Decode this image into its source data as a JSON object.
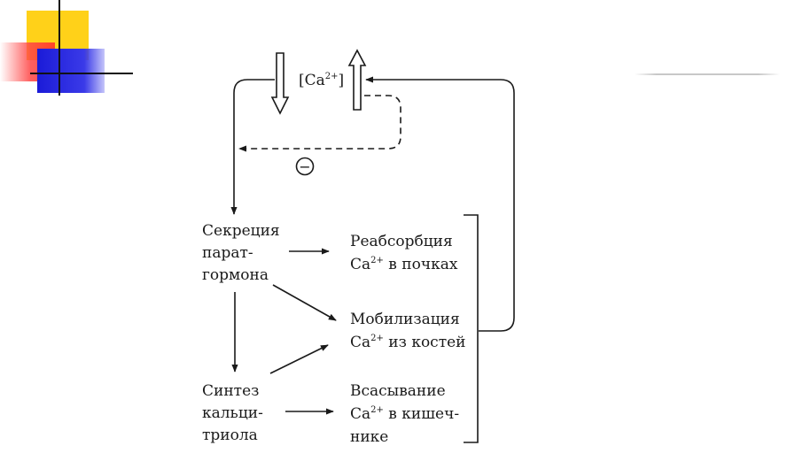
{
  "diagram": {
    "top": {
      "ca_prefix": "[Ca",
      "ca_sup": "2+",
      "ca_suffix": "]"
    },
    "inhibit_symbol": "−",
    "secretion": [
      "Секреция",
      "парат-",
      "гормона"
    ],
    "synthesis": [
      "Синтез",
      "кальци-",
      "триола"
    ],
    "reabsorption": {
      "line1": "Реабсорбция",
      "line2_pre": "Ca",
      "line2_sup": "2+",
      "line2_post": " в почках"
    },
    "mobilization": {
      "line1": "Мобилизация",
      "line2_pre": "Ca",
      "line2_sup": "2+",
      "line2_post": " из костей"
    },
    "absorption": {
      "line1": "Всасывание",
      "line2_pre": "Ca",
      "line2_sup": "2+",
      "line2_post": " в кишеч-",
      "line3": "нике"
    }
  }
}
